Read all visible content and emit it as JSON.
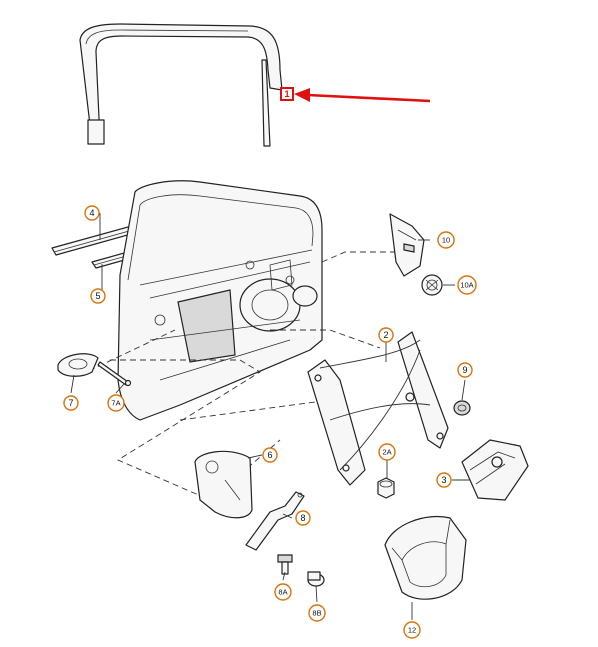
{
  "callouts": {
    "c1": "1",
    "c2": "2",
    "c2a": "2A",
    "c3": "3",
    "c4": "4",
    "c5": "5",
    "c6": "6",
    "c7": "7",
    "c7a": "7A",
    "c8": "8",
    "c8a": "8A",
    "c8b": "8B",
    "c9": "9",
    "c10": "10",
    "c10a": "10A",
    "c12": "12"
  },
  "colors": {
    "highlight": "#e01010",
    "callout_ring": "#d9730d",
    "line": "#222222"
  }
}
